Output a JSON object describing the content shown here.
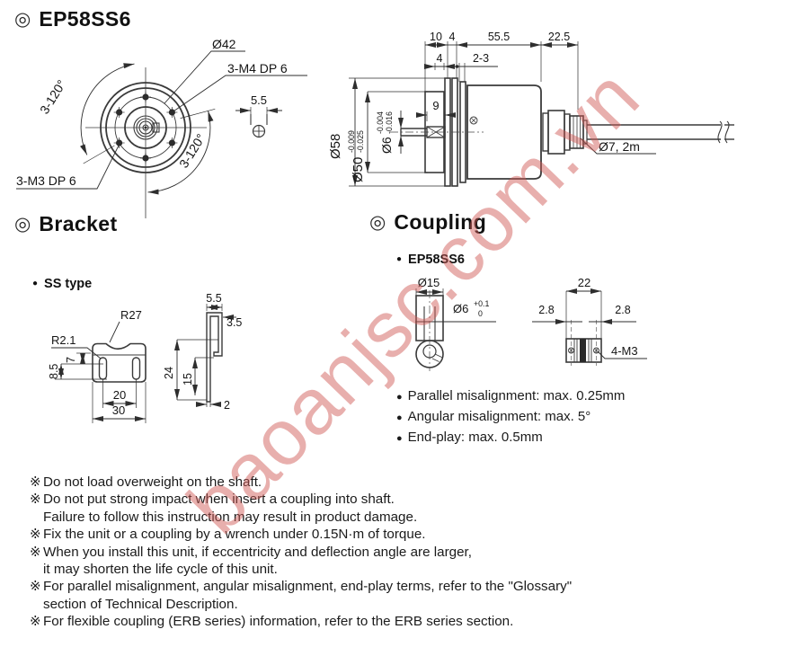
{
  "page": {
    "section_marker": "◎",
    "bullet_marker": "●"
  },
  "watermark": {
    "text": "baoanjsc.com.vn",
    "color": "rgba(206,88,84,0.48)"
  },
  "encoder": {
    "title": "EP58SS6",
    "front": {
      "dia42": "Ø42",
      "m4": "3-M4 DP 6",
      "m3": "3-M3 DP 6",
      "angle1": "3-120°",
      "angle2": "3-120°",
      "clamp": "5.5"
    },
    "side": {
      "d10": "10",
      "d4a": "4",
      "d55": "55.5",
      "d225": "22.5",
      "d4b": "4",
      "d23": "2-3",
      "d9": "9",
      "dia58": "Ø58",
      "dia50": "Ø50",
      "dia50_hi": "-0.009",
      "dia50_lo": "-0.025",
      "dia6": "Ø6",
      "dia6_hi": "-0.004",
      "dia6_lo": "-0.016",
      "cable": "Ø7, 2m"
    }
  },
  "bracket": {
    "title": "Bracket",
    "type_label": "SS type",
    "front": {
      "r27": "R27",
      "r21": "R2.1",
      "d7": "7",
      "d85": "8.5",
      "d20": "20",
      "d30": "30"
    },
    "side": {
      "d55": "5.5",
      "d35": "3.5",
      "d24": "24",
      "d15": "15",
      "d2": "2"
    }
  },
  "coupling": {
    "title": "Coupling",
    "model_label": "EP58SS6",
    "dims": {
      "dia15": "Ø15",
      "dia6": "Ø6",
      "dia6_hi": "+0.1",
      "dia6_lo": "0",
      "d22": "22",
      "d28l": "2.8",
      "d28r": "2.8",
      "m3": "4-M3"
    },
    "specs": [
      "Parallel misalignment: max. 0.25mm",
      "Angular misalignment: max. 5°",
      "End-play: max. 0.5mm"
    ]
  },
  "notes": [
    {
      "mark": "※",
      "text": "Do not load overweight on the shaft."
    },
    {
      "mark": "※",
      "text": "Do not put strong impact when insert a coupling into shaft."
    },
    {
      "mark": "",
      "text": "Failure to follow this instruction may result in product damage."
    },
    {
      "mark": "※",
      "text": "Fix the unit or a coupling by a wrench under 0.15N·m of torque."
    },
    {
      "mark": "※",
      "text": "When you install this unit, if eccentricity and deflection angle are larger,"
    },
    {
      "mark": "",
      "text": "it may shorten the life cycle of this unit."
    },
    {
      "mark": "※",
      "text": "For parallel misalignment, angular misalignment, end-play terms, refer to the \"Glossary\""
    },
    {
      "mark": "",
      "text": "section of Technical Description."
    },
    {
      "mark": "※",
      "text": "For flexible coupling (ERB series) information, refer to the ERB series section."
    }
  ]
}
